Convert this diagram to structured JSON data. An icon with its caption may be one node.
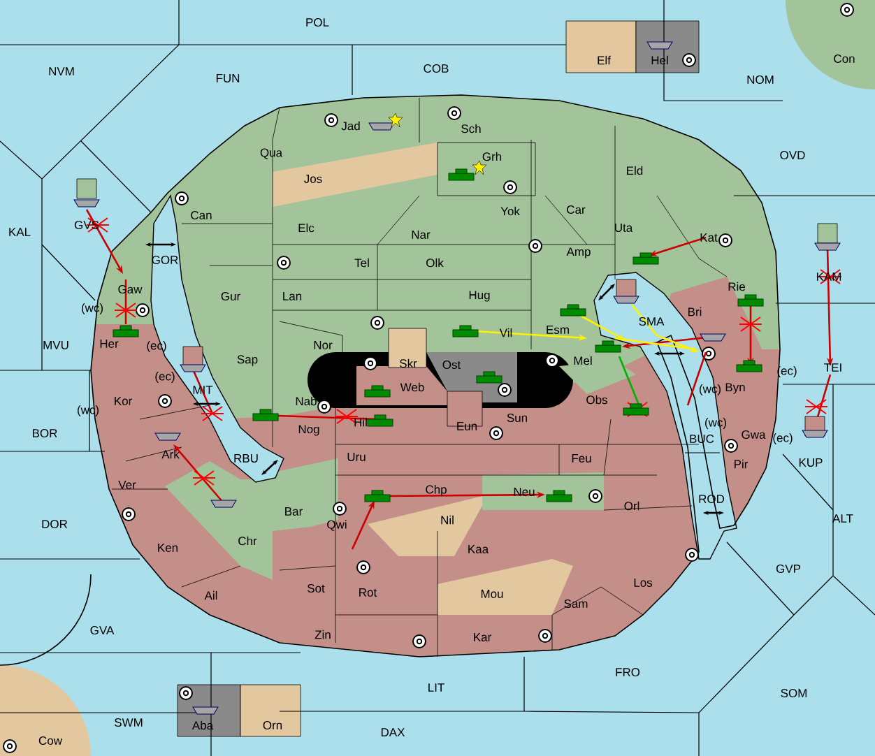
{
  "diagram": {
    "labels": [
      "POL",
      "Elf",
      "Hel",
      "Con",
      "NVM",
      "FUN",
      "COB",
      "NOM",
      "Jad",
      "Sch",
      "OVD",
      "Qua",
      "Grh",
      "Jos",
      "Can",
      "Elc",
      "Eld",
      "Yok",
      "Car",
      "KAL",
      "GVS",
      "Nar",
      "Uta",
      "Kat",
      "GOR",
      "Tel",
      "Olk",
      "Amp",
      "KAM",
      "Gaw",
      "(wc)",
      "Gur",
      "Lan",
      "Hug",
      "Rie",
      "SMA",
      "Bri",
      "Vil",
      "Esm",
      "MVU",
      "Her",
      "(ec)",
      "Nor",
      "Sap",
      "Skr",
      "Ost",
      "Mel",
      "TEI",
      "(ec)",
      "Web",
      "(ec)",
      "MIT",
      "(wc)",
      "Byn",
      "Kor",
      "(wc)",
      "Nab",
      "Obs",
      "Hil",
      "Eun",
      "Sun",
      "BOR",
      "Nog",
      "(wc)",
      "Ark",
      "RBU",
      "BUC",
      "Gwa",
      "(ec)",
      "Uru",
      "Feu",
      "Pir",
      "KUP",
      "Ver",
      "Chp",
      "Neu",
      "Orl",
      "ROD",
      "ALT",
      "Bar",
      "Nil",
      "DOR",
      "Chr",
      "Qwi",
      "Ken",
      "Kaa",
      "Ail",
      "Sot",
      "Rot",
      "GVP",
      "Los",
      "Mou",
      "Sam",
      "GVA",
      "Zin",
      "Kar",
      "FRO",
      "LIT",
      "SOM",
      "SWM",
      "Aba",
      "Orn",
      "DAX",
      "Cow"
    ]
  }
}
